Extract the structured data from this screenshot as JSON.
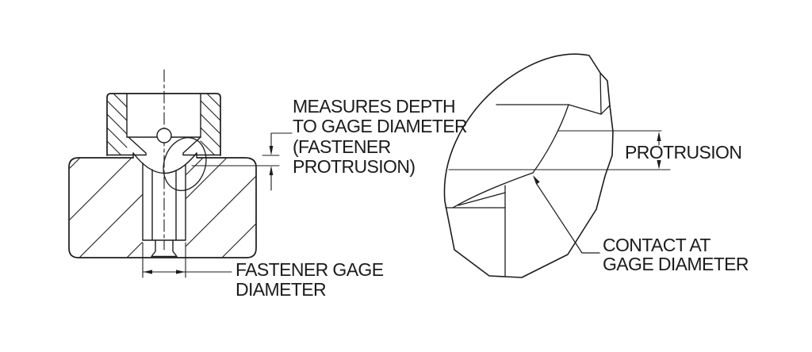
{
  "figure": {
    "colors": {
      "ink": "#1c1c1c",
      "background": "#ffffff"
    },
    "left_diagram": {
      "depth_note_lines": [
        "MEASURES DEPTH",
        "TO GAGE DIAMETER",
        "(FASTENER",
        "PROTRUSION)"
      ],
      "gage_diameter_lines": [
        "FASTENER GAGE",
        "DIAMETER"
      ]
    },
    "right_diagram": {
      "protrusion_label": "PROTRUSION",
      "contact_lines": [
        "CONTACT AT",
        "GAGE DIAMETER"
      ]
    }
  }
}
